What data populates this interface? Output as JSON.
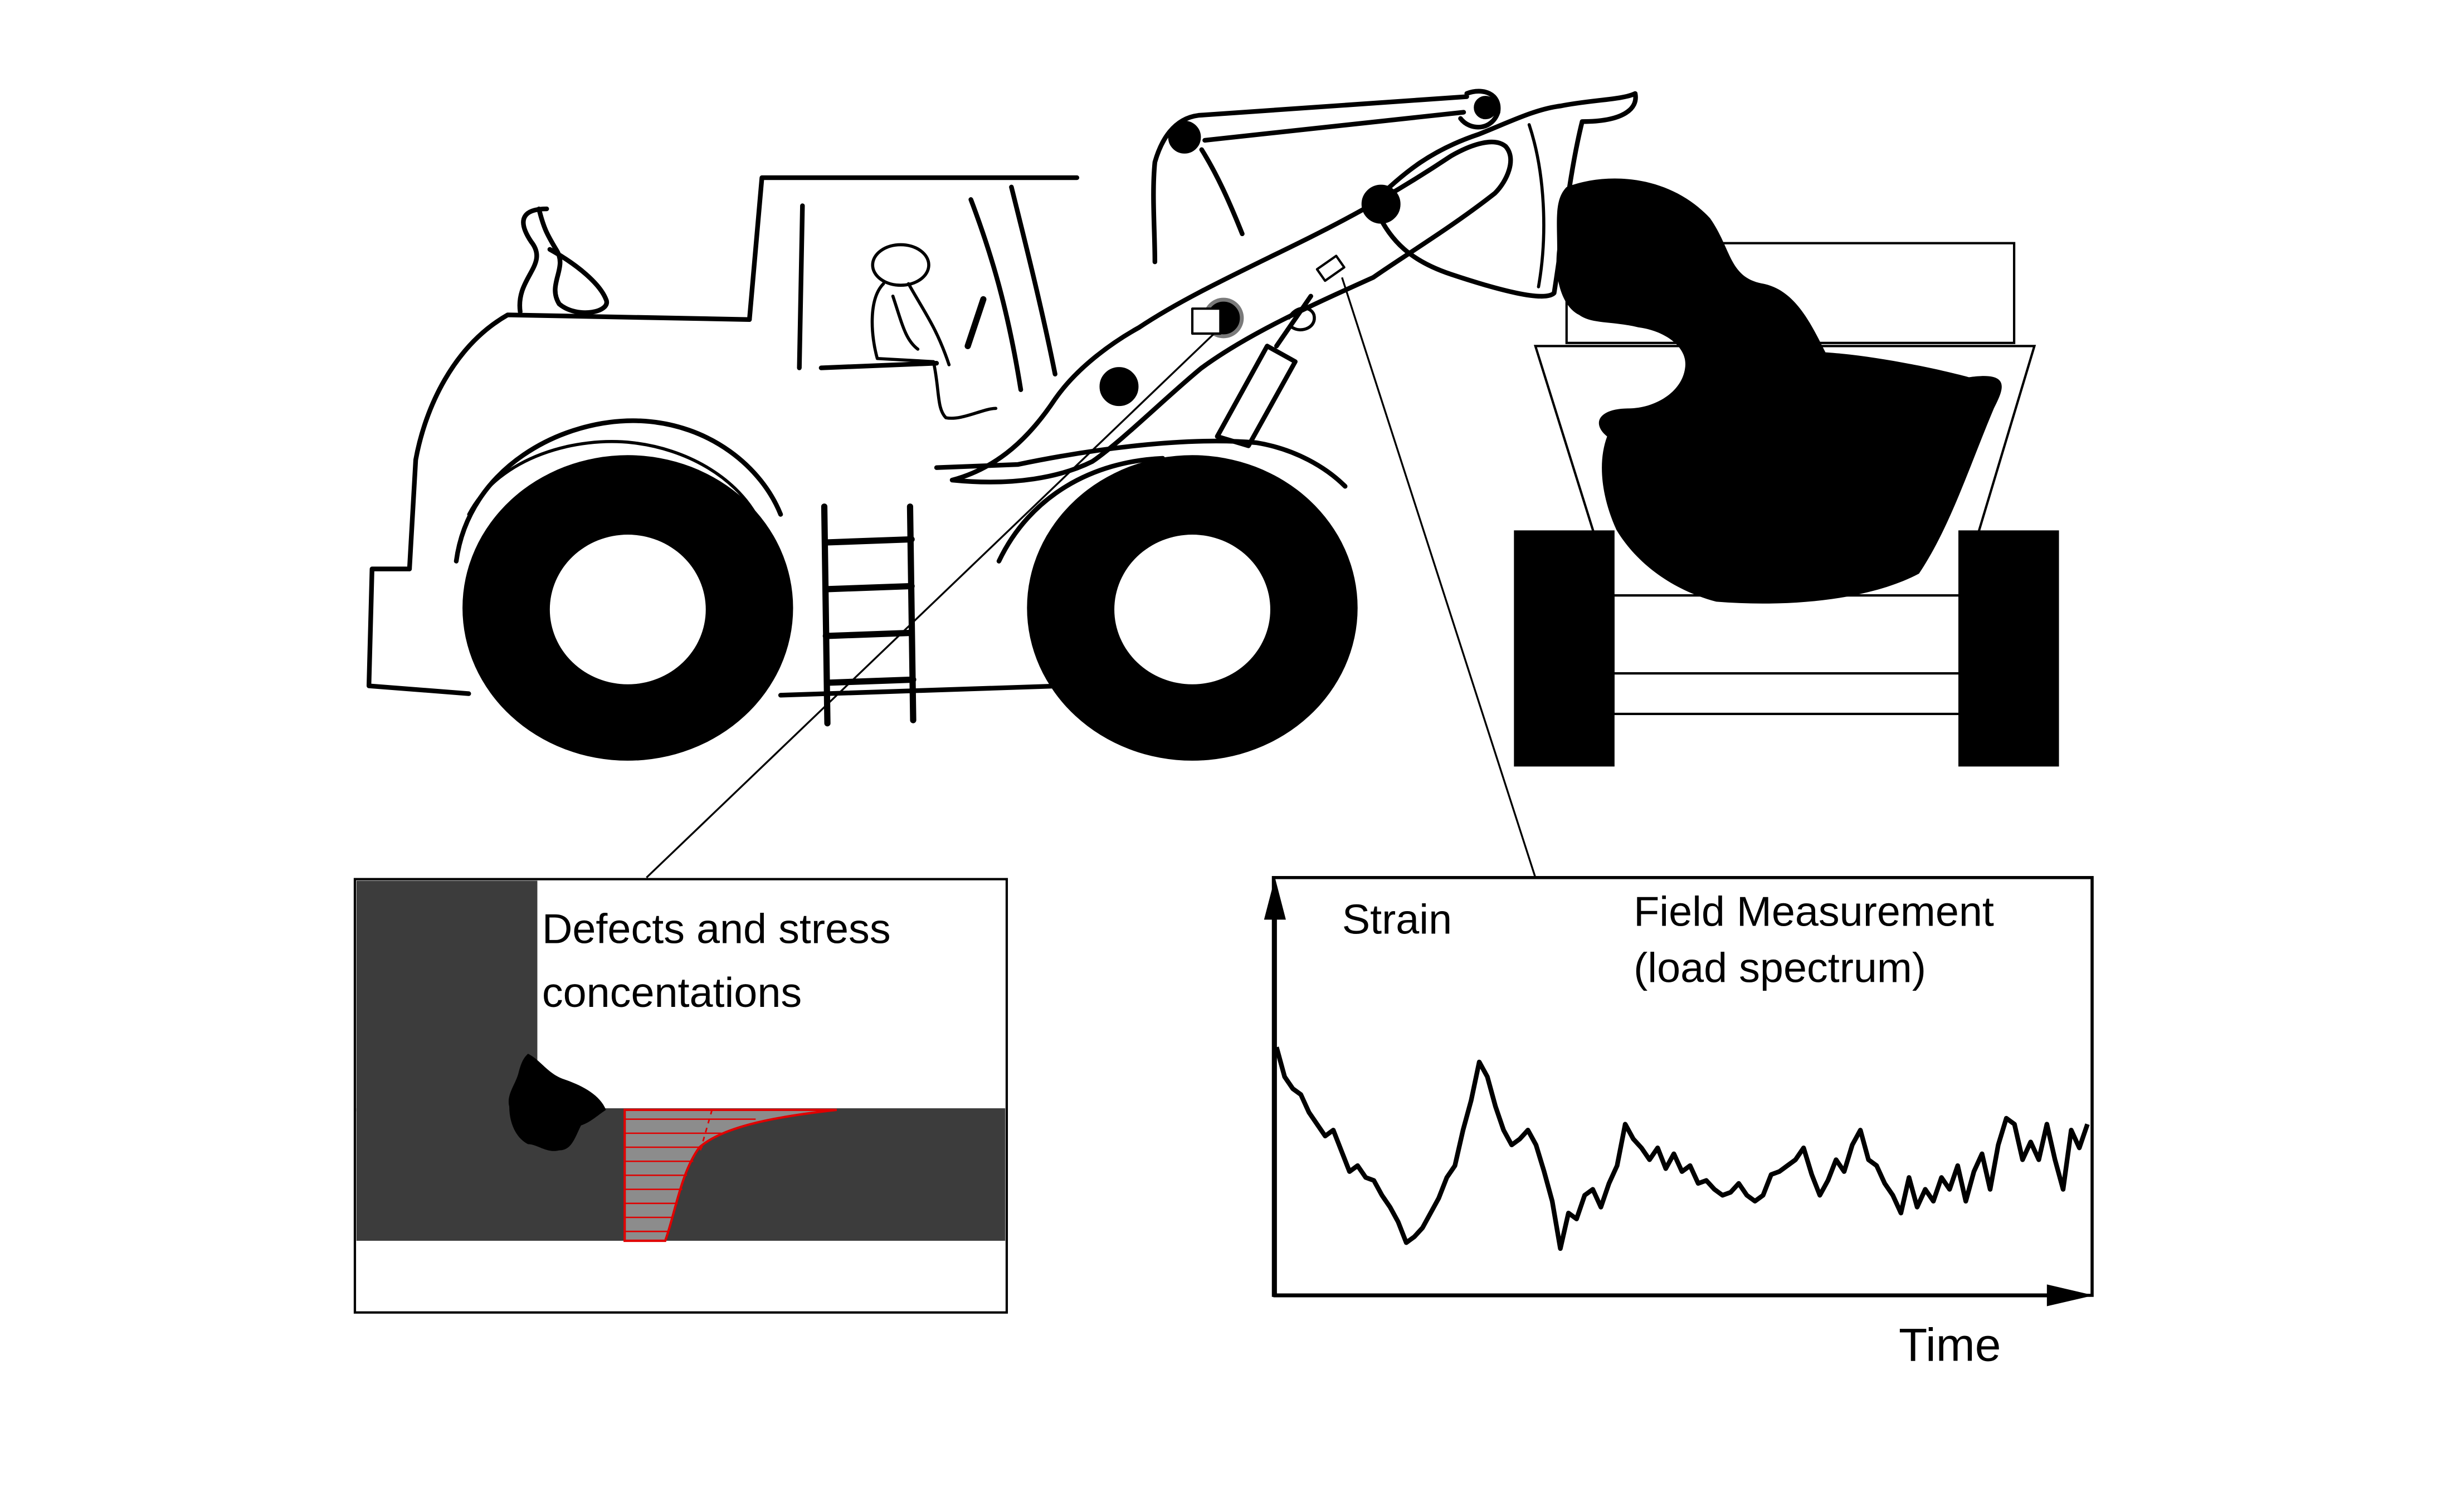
{
  "title": "Wheel loader loading a truck: defects and stress concentrations, and field measurement load spectrum",
  "defect_panel": {
    "label_line1": "Defects and stress",
    "label_line2": "concentations"
  },
  "spectrum_panel": {
    "y_label": "Strain",
    "title_line1": "Field Measurement",
    "title_line2": "(load spectrum)",
    "x_label": "Time"
  },
  "colors": {
    "ink": "#000000",
    "steel": "#3c3c3c",
    "stress_fill": "#8c8c8c",
    "stress_line": "#e00000",
    "ring": "#7a7a7a"
  },
  "chart_data": {
    "type": "line",
    "title": "Field Measurement (load spectrum)",
    "xlabel": "Time",
    "ylabel": "Strain",
    "xlim": [
      0,
      100
    ],
    "ylim": [
      0,
      100
    ],
    "series": [
      {
        "name": "strain",
        "x": [
          0,
          1,
          2,
          3,
          4,
          5,
          6,
          7,
          8,
          9,
          10,
          11,
          12,
          13,
          14,
          15,
          16,
          17,
          18,
          19,
          20,
          21,
          22,
          23,
          24,
          25,
          26,
          27,
          28,
          29,
          30,
          31,
          32,
          33,
          34,
          35,
          36,
          37,
          38,
          39,
          40,
          41,
          42,
          43,
          44,
          45,
          46,
          47,
          48,
          49,
          50,
          51,
          52,
          53,
          54,
          55,
          56,
          57,
          58,
          59,
          60,
          61,
          62,
          63,
          64,
          65,
          66,
          67,
          68,
          69,
          70,
          71,
          72,
          73,
          74,
          75,
          76,
          77,
          78,
          79,
          80,
          81,
          82,
          83,
          84,
          85,
          86,
          87,
          88,
          89,
          90,
          91,
          92,
          93,
          94,
          95,
          96,
          97,
          98,
          99,
          100
        ],
        "y": [
          78,
          68,
          64,
          62,
          56,
          52,
          48,
          50,
          43,
          36,
          38,
          34,
          33,
          28,
          24,
          19,
          12,
          14,
          17,
          22,
          27,
          34,
          38,
          50,
          60,
          73,
          68,
          58,
          50,
          45,
          47,
          50,
          45,
          36,
          26,
          10,
          22,
          20,
          28,
          30,
          24,
          32,
          38,
          52,
          47,
          44,
          40,
          44,
          37,
          42,
          36,
          38,
          32,
          33,
          30,
          28,
          29,
          32,
          28,
          26,
          28,
          35,
          36,
          38,
          40,
          44,
          35,
          28,
          33,
          40,
          36,
          45,
          50,
          40,
          38,
          32,
          28,
          22,
          34,
          24,
          30,
          26,
          34,
          30,
          38,
          26,
          36,
          42,
          30,
          45,
          54,
          52,
          40,
          46,
          40,
          52,
          40,
          30,
          50,
          44,
          52
        ]
      }
    ]
  }
}
